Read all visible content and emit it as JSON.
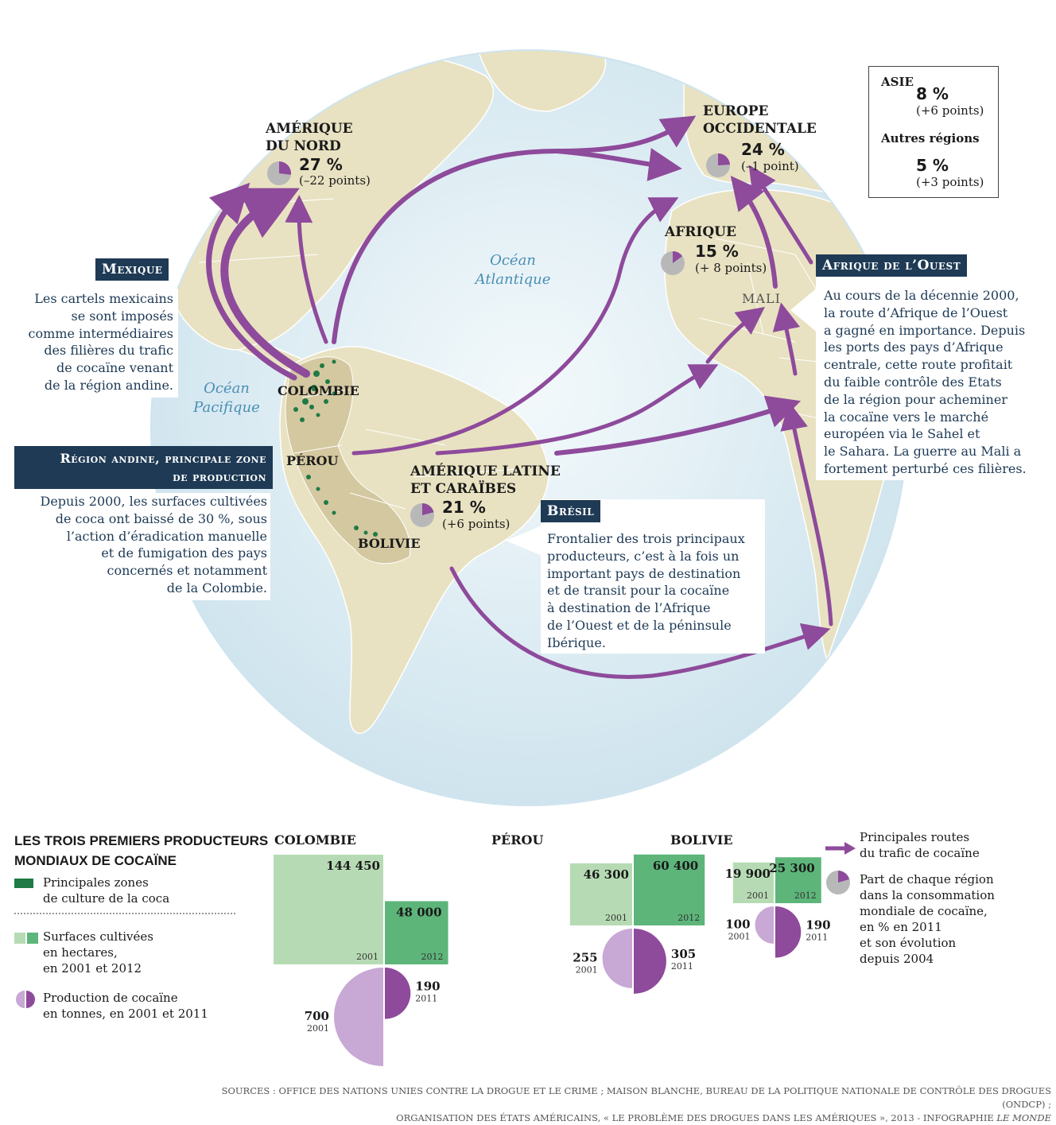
{
  "colors": {
    "ocean": "#dcecf3",
    "land": "#e8e2c2",
    "andean_zone": "#d4c8a0",
    "route": "#8e4a9b",
    "coca": "#1f7a45",
    "area_2001": "#b6dbb4",
    "area_2012": "#5db57a",
    "prod_2001": "#c8a8d4",
    "prod_2011": "#8e4a9b",
    "pie_grey": "#b8b8b8",
    "tag_bg": "#1e3a55"
  },
  "map": {
    "oceans": {
      "atlantic": "Océan\nAtlantique",
      "pacific": "Océan\nPacifique"
    },
    "regions": [
      {
        "id": "north_america",
        "name": "AMÉRIQUE\nDU NORD",
        "share": "27 %",
        "share_value": 27,
        "change": "(–22 points)"
      },
      {
        "id": "western_europe",
        "name": "EUROPE\nOCCIDENTALE",
        "share": "24 %",
        "share_value": 24,
        "change": "(–1 point)"
      },
      {
        "id": "africa",
        "name": "AFRIQUE",
        "share": "15 %",
        "share_value": 15,
        "change": "(+ 8 points)"
      },
      {
        "id": "latin_america",
        "name": "AMÉRIQUE LATINE\nET CARAÏBES",
        "share": "21 %",
        "share_value": 21,
        "change": "(+6 points)"
      },
      {
        "id": "asia",
        "name": "ASIE",
        "share": "8 %",
        "share_value": 8,
        "change": "(+6 points)"
      },
      {
        "id": "other",
        "name": "Autres régions",
        "share": "5 %",
        "share_value": 5,
        "change": "(+3 points)"
      }
    ],
    "countries": {
      "colombia": "COLOMBIE",
      "peru": "PÉROU",
      "bolivia": "BOLIVIE",
      "mali": "MALI"
    }
  },
  "notes": {
    "mexique": {
      "tag": "Mexique",
      "lines": [
        "Les cartels mexicains",
        "se sont imposés",
        "comme intermédiaires",
        "des filières du trafic",
        "de cocaïne venant",
        "de la région andine."
      ]
    },
    "andine": {
      "tag_lines": [
        "Région andine, principale zone",
        "de production"
      ],
      "lines": [
        "Depuis 2000, les surfaces cultivées",
        "de coca ont baissé de 30 %, sous",
        "l’action d’éradication manuelle",
        "et de fumigation des pays",
        "concernés et notamment",
        "de la Colombie."
      ]
    },
    "bresil": {
      "tag": "Brésil",
      "lines": [
        "Frontalier des trois principaux",
        "producteurs, c’est à la fois un",
        "important pays de destination",
        "et de transit pour la cocaïne",
        "à destination de l’Afrique",
        "de l’Ouest et de la péninsule",
        "Ibérique."
      ]
    },
    "afrique_ouest": {
      "tag": "Afrique de l’Ouest",
      "lines": [
        "Au cours de la décennie 2000,",
        "la route d’Afrique de l’Ouest",
        "a gagné en importance. Depuis",
        "les ports des pays d’Afrique",
        "centrale, cette route profitait",
        "du faible contrôle des Etats",
        "de la région pour acheminer",
        "la cocaïne vers le marché",
        "européen via le Sahel et",
        "le Sahara. La guerre au Mali a",
        "fortement perturbé ces filières."
      ]
    }
  },
  "legend": {
    "title": [
      "LES TROIS PREMIERS PRODUCTEURS",
      "MONDIAUX DE COCAÏNE"
    ],
    "coca_zones": [
      "Principales zones",
      "de culture de la coca"
    ],
    "surfaces": [
      "Surfaces cultivées",
      "en hectares,",
      "en 2001 et 2012"
    ],
    "production": [
      "Production de cocaïne",
      "en tonnes, en 2001 et 2011"
    ],
    "routes": [
      "Principales routes",
      "du trafic de cocaïne"
    ],
    "share": [
      "Part de chaque région",
      "dans la consommation",
      "mondiale de cocaïne,",
      "en % en 2011",
      "et son évolution",
      "depuis 2004"
    ]
  },
  "chart_data": {
    "type": "proportional_squares_and_semicircles",
    "countries": [
      {
        "name": "COLOMBIE",
        "area_2001": 144450,
        "area_2012": 48000,
        "area_2001_label": "144 450",
        "area_2012_label": "48 000",
        "prod_2001": 700,
        "prod_2011": 190
      },
      {
        "name": "PÉROU",
        "area_2001": 46300,
        "area_2012": 60400,
        "area_2001_label": "46 300",
        "area_2012_label": "60 400",
        "prod_2001": 255,
        "prod_2011": 305
      },
      {
        "name": "BOLIVIE",
        "area_2001": 19900,
        "area_2012": 25300,
        "area_2001_label": "19 900",
        "area_2012_label": "25 300",
        "prod_2001": 100,
        "prod_2011": 190
      }
    ],
    "year_labels": {
      "y2001": "2001",
      "y2012": "2012",
      "y2011": "2011"
    }
  },
  "sources": [
    "SOURCES : OFFICE DES NATIONS UNIES CONTRE LA DROGUE ET LE CRIME ; MAISON BLANCHE, BUREAU DE LA POLITIQUE NATIONALE DE CONTRÔLE DES DROGUES (ONDCP) ;",
    "ORGANISATION DES ÉTATS AMÉRICAINS, « LE PROBLÈME DES DROGUES DANS LES AMÉRIQUES », 2013 - INFOGRAPHIE ",
    "LE MONDE"
  ]
}
